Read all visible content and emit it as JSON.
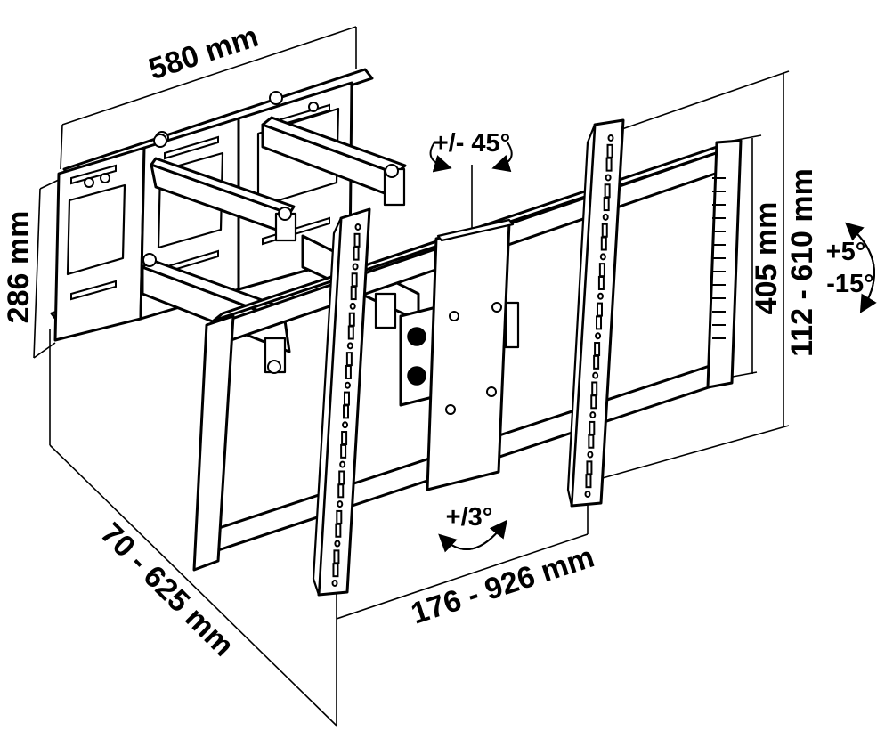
{
  "dimensions": {
    "wall_plate_width": "580 mm",
    "wall_plate_height": "286 mm",
    "extension": "70 - 625 mm",
    "tv_bracket_width": "176 - 926 mm",
    "tv_bracket_height": "405 mm",
    "vertical_hole_range": "112 - 610 mm"
  },
  "angles": {
    "swivel": "+/- 45°",
    "rotation": "+/3°",
    "tilt_up": "+5°",
    "tilt_down": "-15°"
  },
  "colors": {
    "line": "#000000",
    "background": "#ffffff"
  }
}
